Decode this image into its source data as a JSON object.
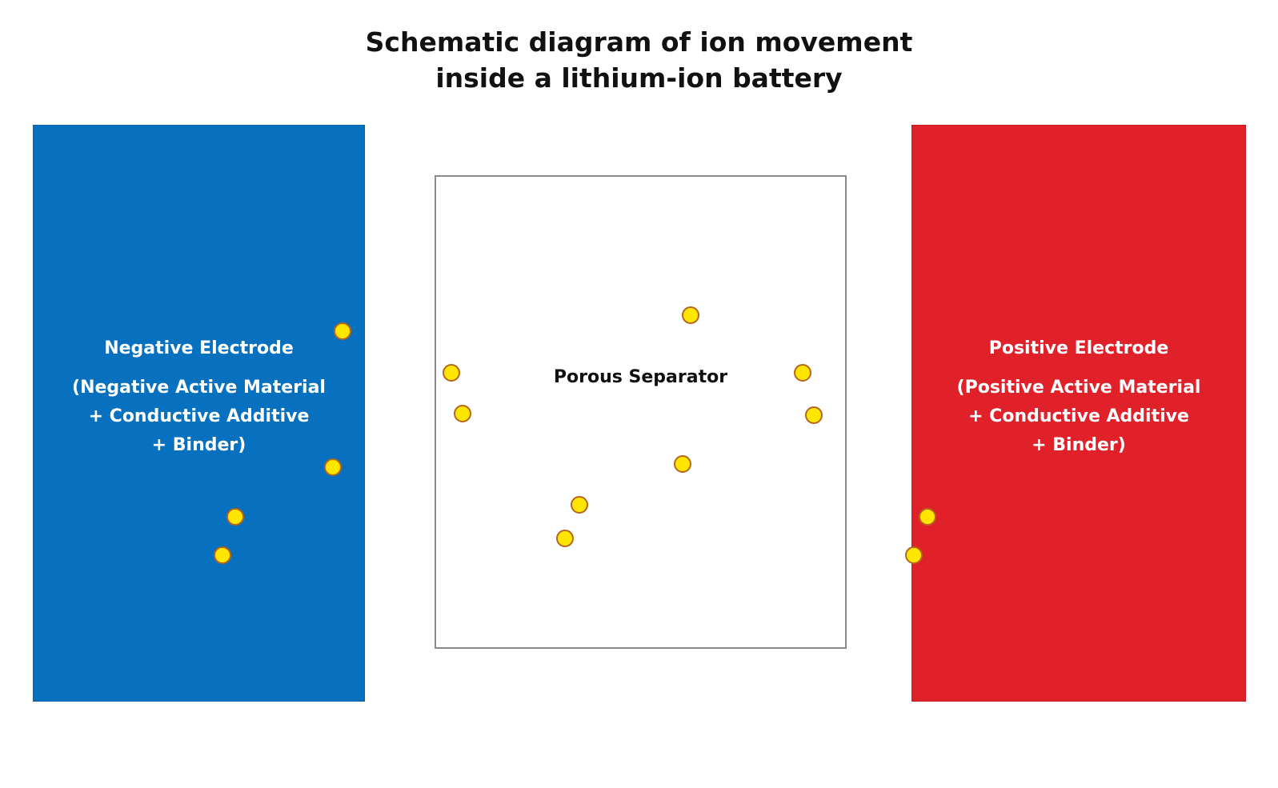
{
  "title": {
    "line1": "Schematic diagram of ion movement",
    "line2": "inside a lithium-ion battery"
  },
  "negative_electrode": {
    "name": "Negative Electrode",
    "line1": "(Negative Active Material",
    "line2": "+ Conductive Additive",
    "line3": "+ Binder)",
    "color": "#0871bf"
  },
  "separator": {
    "label": "Porous Separator"
  },
  "positive_electrode": {
    "name": "Positive Electrode",
    "line1": "(Positive Active Material",
    "line2": "+ Conductive Additive",
    "line3": "+ Binder)",
    "color": "#e0212a"
  },
  "ion": {
    "fill_color": "#ffe600",
    "icon": "lithium-ion-dot"
  }
}
